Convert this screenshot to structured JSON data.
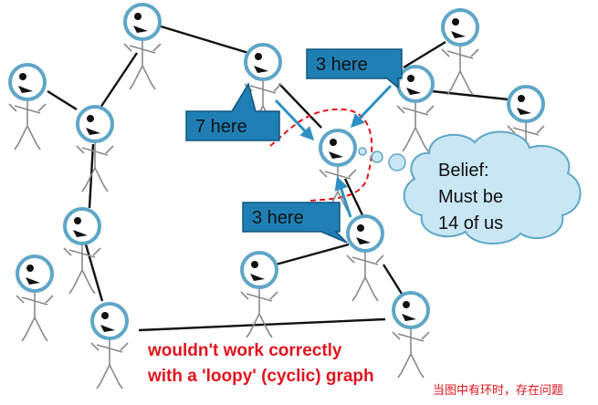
{
  "colors": {
    "edge": "#111111",
    "head_ring": "#5fa6c7",
    "callout_fill": "#1f7fb5",
    "callout_border": "#15577d",
    "arrow": "#2f8fc3",
    "loop": "#e0141e",
    "cloud_fill": "#c8e6f3",
    "cloud_border": "#5fa6c7",
    "warning_text": "#e0141e"
  },
  "callouts": [
    {
      "id": "callout-3-here-top",
      "label": "3 here"
    },
    {
      "id": "callout-7-here",
      "label": "7 here"
    },
    {
      "id": "callout-3-here-bottom",
      "label": "3 here"
    }
  ],
  "thought": {
    "lines": [
      "Belief:",
      "Must be",
      "14 of us"
    ]
  },
  "warning": {
    "lines": [
      "wouldn't work correctly",
      "with a 'loopy' (cyclic) graph"
    ]
  },
  "note": "当图中有环时，存在问题",
  "figures": [
    "soldier-top",
    "soldier-left",
    "soldier-mid-left",
    "soldier-center-top",
    "soldier-center",
    "soldier-top-right",
    "soldier-right-mid",
    "soldier-far-right",
    "soldier-left-mid",
    "soldier-left-lower",
    "soldier-bottom-left",
    "soldier-lower-center",
    "soldier-lower-right",
    "soldier-bottom-right"
  ]
}
